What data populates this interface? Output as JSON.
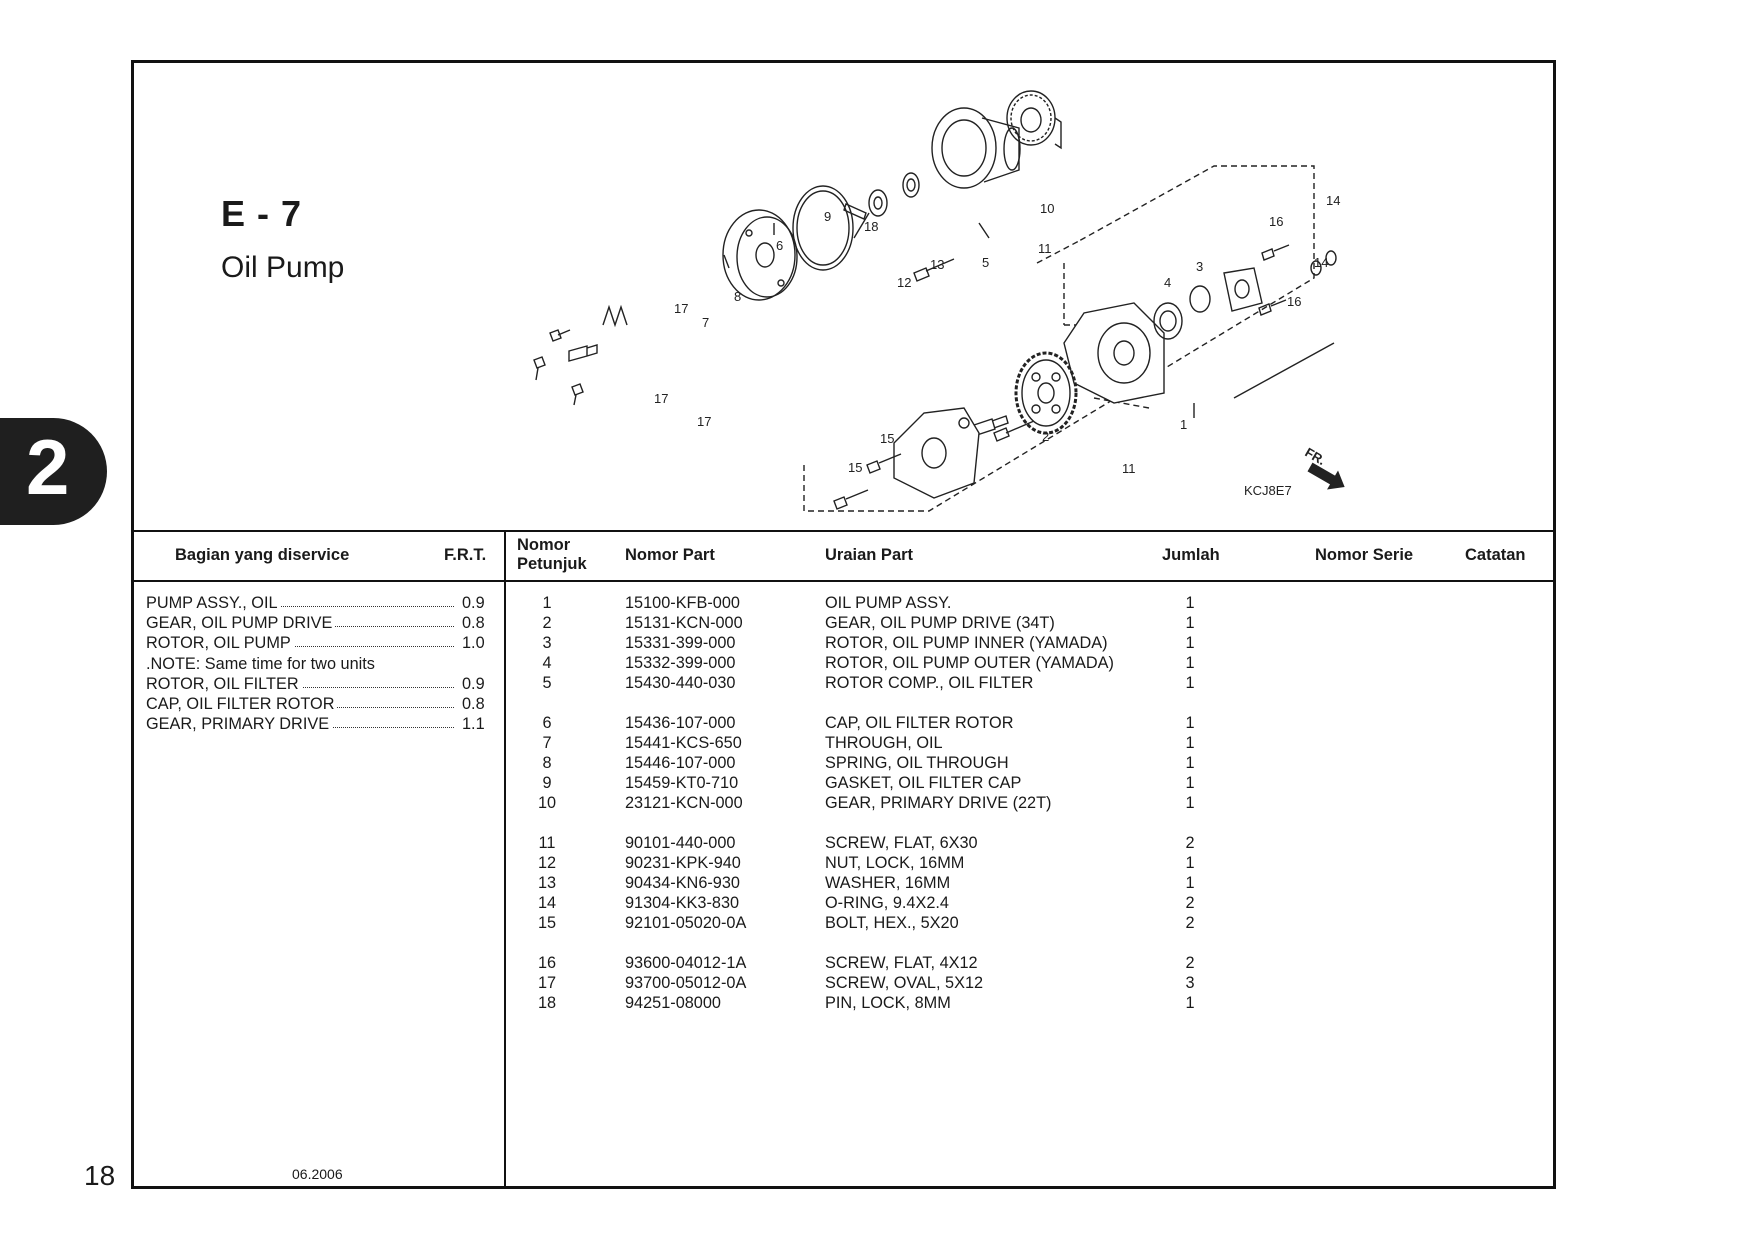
{
  "section": {
    "code": "E - 7",
    "title": "Oil Pump"
  },
  "diagram": {
    "ref_code": "KCJ8E7",
    "front_label": "FR.",
    "callouts": [
      "1",
      "2",
      "3",
      "4",
      "5",
      "6",
      "7",
      "8",
      "9",
      "10",
      "11",
      "11",
      "12",
      "13",
      "14",
      "14",
      "15",
      "15",
      "16",
      "16",
      "17",
      "17",
      "17",
      "17",
      "18"
    ]
  },
  "table_headers": {
    "service_part": "Bagian yang diservice",
    "frt": "F.R.T.",
    "ref_no": "Nomor Petunjuk",
    "part_no": "Nomor Part",
    "description": "Uraian Part",
    "qty": "Jumlah",
    "serial_no": "Nomor Serie",
    "notes": "Catatan"
  },
  "service_items": [
    {
      "name": "PUMP ASSY., OIL",
      "frt": "0.9"
    },
    {
      "name": "GEAR, OIL PUMP DRIVE",
      "frt": "0.8"
    },
    {
      "name": "ROTOR, OIL PUMP",
      "frt": "1.0"
    },
    {
      "name": ".NOTE: Same time for two units",
      "frt": ""
    },
    {
      "name": "ROTOR, OIL FILTER",
      "frt": "0.9"
    },
    {
      "name": "CAP, OIL FILTER ROTOR",
      "frt": "0.8"
    },
    {
      "name": "GEAR, PRIMARY DRIVE",
      "frt": "1.1"
    }
  ],
  "parts": [
    {
      "ref": "1",
      "part_no": "15100-KFB-000",
      "desc": "OIL PUMP ASSY.",
      "qty": "1"
    },
    {
      "ref": "2",
      "part_no": "15131-KCN-000",
      "desc": "GEAR, OIL PUMP DRIVE (34T)",
      "qty": "1"
    },
    {
      "ref": "3",
      "part_no": "15331-399-000",
      "desc": "ROTOR, OIL PUMP INNER (YAMADA)",
      "qty": "1"
    },
    {
      "ref": "4",
      "part_no": "15332-399-000",
      "desc": "ROTOR, OIL PUMP OUTER (YAMADA)",
      "qty": "1"
    },
    {
      "ref": "5",
      "part_no": "15430-440-030",
      "desc": "ROTOR COMP., OIL FILTER",
      "qty": "1"
    },
    {
      "ref": "6",
      "part_no": "15436-107-000",
      "desc": "CAP, OIL FILTER ROTOR",
      "qty": "1"
    },
    {
      "ref": "7",
      "part_no": "15441-KCS-650",
      "desc": "THROUGH, OIL",
      "qty": "1"
    },
    {
      "ref": "8",
      "part_no": "15446-107-000",
      "desc": "SPRING, OIL THROUGH",
      "qty": "1"
    },
    {
      "ref": "9",
      "part_no": "15459-KT0-710",
      "desc": "GASKET, OIL FILTER CAP",
      "qty": "1"
    },
    {
      "ref": "10",
      "part_no": "23121-KCN-000",
      "desc": "GEAR, PRIMARY DRIVE (22T)",
      "qty": "1"
    },
    {
      "ref": "11",
      "part_no": "90101-440-000",
      "desc": "SCREW, FLAT, 6X30",
      "qty": "2"
    },
    {
      "ref": "12",
      "part_no": "90231-KPK-940",
      "desc": "NUT, LOCK, 16MM",
      "qty": "1"
    },
    {
      "ref": "13",
      "part_no": "90434-KN6-930",
      "desc": "WASHER, 16MM",
      "qty": "1"
    },
    {
      "ref": "14",
      "part_no": "91304-KK3-830",
      "desc": "O-RING, 9.4X2.4",
      "qty": "2"
    },
    {
      "ref": "15",
      "part_no": "92101-05020-0A",
      "desc": "BOLT, HEX., 5X20",
      "qty": "2"
    },
    {
      "ref": "16",
      "part_no": "93600-04012-1A",
      "desc": "SCREW, FLAT, 4X12",
      "qty": "2"
    },
    {
      "ref": "17",
      "part_no": "93700-05012-0A",
      "desc": "SCREW, OVAL, 5X12",
      "qty": "3"
    },
    {
      "ref": "18",
      "part_no": "94251-08000",
      "desc": "PIN, LOCK, 8MM",
      "qty": "1"
    }
  ],
  "footer": {
    "date": "06.2006",
    "page": "18",
    "chapter_tab": "2"
  }
}
